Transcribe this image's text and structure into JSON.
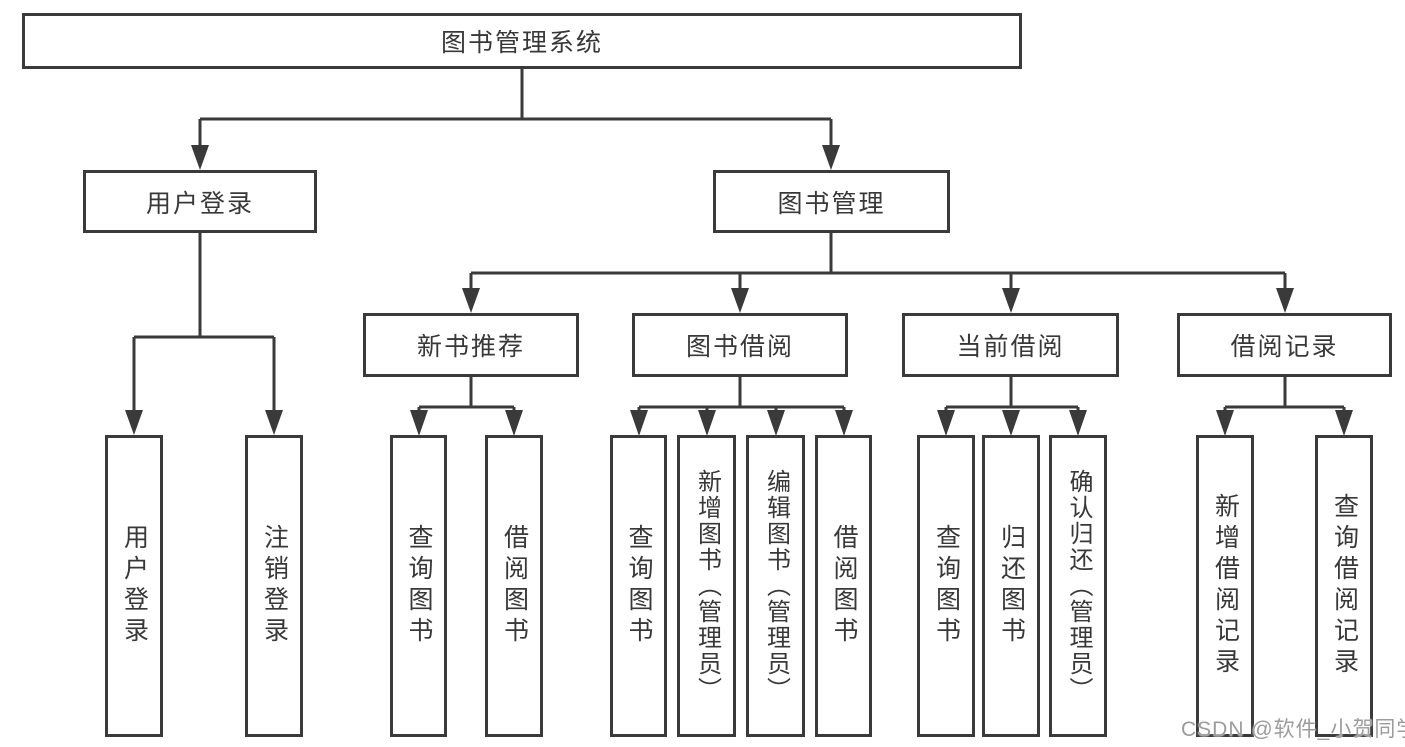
{
  "tree": {
    "label": "图书管理系统",
    "children": [
      {
        "label": "用户登录",
        "children": [
          {
            "label": "用户登录"
          },
          {
            "label": "注销登录"
          }
        ]
      },
      {
        "label": "图书管理",
        "children": [
          {
            "label": "新书推荐",
            "children": [
              {
                "label": "查询图书"
              },
              {
                "label": "借阅图书"
              }
            ]
          },
          {
            "label": "图书借阅",
            "children": [
              {
                "label": "查询图书"
              },
              {
                "label": "新增图书（管理员）"
              },
              {
                "label": "编辑图书（管理员）"
              },
              {
                "label": "借阅图书"
              }
            ]
          },
          {
            "label": "当前借阅",
            "children": [
              {
                "label": "查询图书"
              },
              {
                "label": "归还图书"
              },
              {
                "label": "确认归还（管理员）"
              }
            ]
          },
          {
            "label": "借阅记录",
            "children": [
              {
                "label": "新增借阅记录"
              },
              {
                "label": "查询借阅记录"
              }
            ]
          }
        ]
      }
    ]
  },
  "watermark": {
    "text": "CSDN @软件_小贺同学"
  },
  "colors": {
    "line": "#3a3a3a",
    "box_border": "#3a3a3a",
    "text": "#383838",
    "background": "#ffffff",
    "watermark_text": "#9c9c9c"
  }
}
